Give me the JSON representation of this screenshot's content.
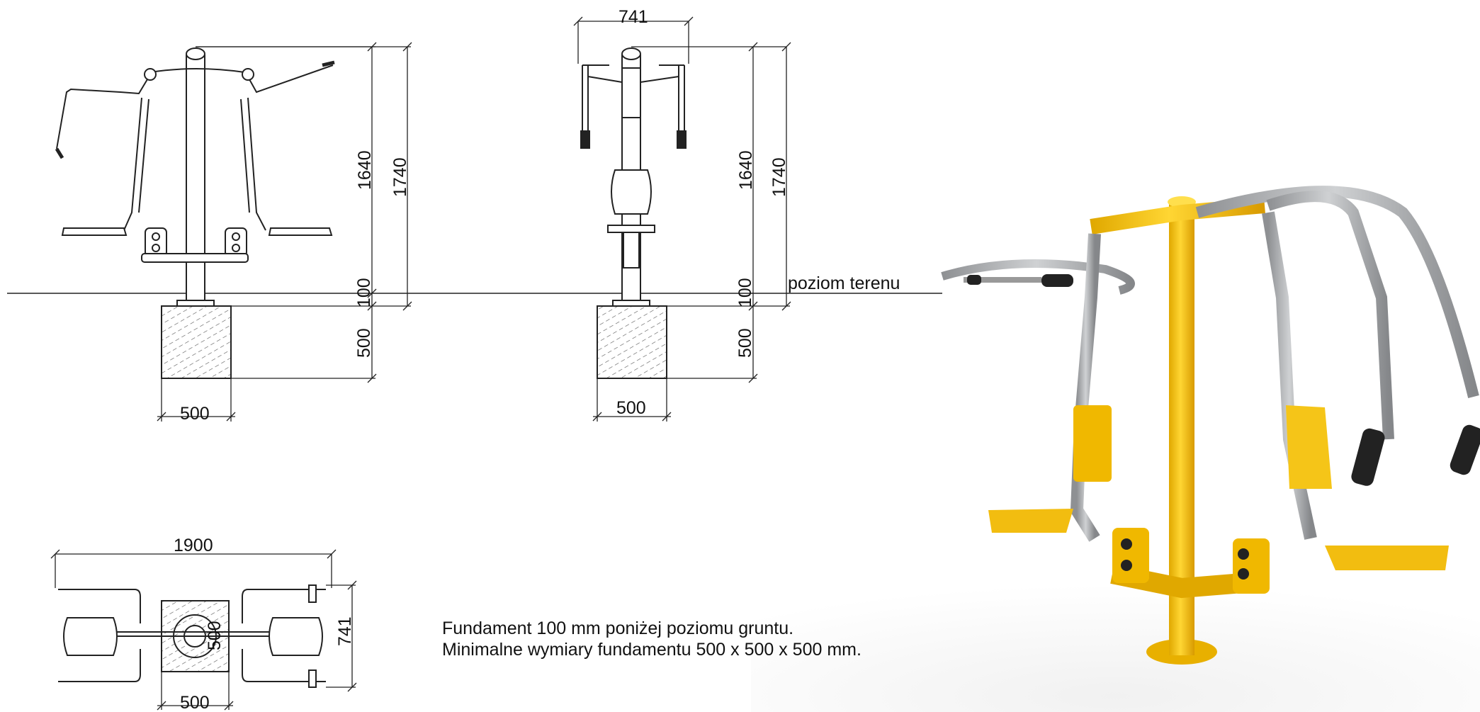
{
  "dimensions": {
    "top_width": "741",
    "height_inner": "1640",
    "height_total": "1740",
    "embed_depth": "100",
    "foundation_depth": "500",
    "foundation_width": "500",
    "plan_length": "1900",
    "plan_width": "741",
    "plan_foundation": "500"
  },
  "labels": {
    "ground_level": "poziom terenu"
  },
  "notes": {
    "line1": "Fundament 100 mm poniżej poziomu gruntu.",
    "line2": "Minimalne wymiary fundamentu 500 x 500 x 500 mm."
  },
  "colors": {
    "frame_yellow": "#f5c518",
    "arm_grey": "#a9abae",
    "grip_black": "#222222",
    "line": "#222222"
  }
}
